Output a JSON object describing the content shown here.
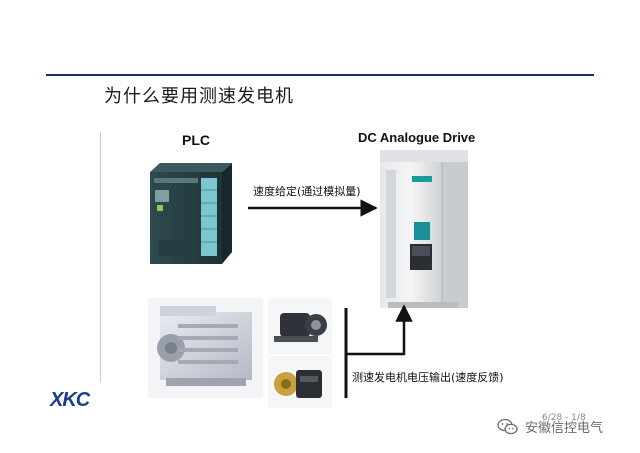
{
  "slide": {
    "title": "为什么要用测速发电机",
    "accent_color": "#1c2a6b"
  },
  "diagram": {
    "plc_label": "PLC",
    "drive_label": "DC Analogue Drive",
    "command_label": "速度给定(通过模拟量)",
    "feedback_label": "测速发电机电压输出(速度反馈)"
  },
  "footer": {
    "logo_text": "XKC",
    "page_number": "6/28 - 1/8",
    "watermark": "安徽信控电气",
    "watermark_icon": "wechat-icon"
  }
}
